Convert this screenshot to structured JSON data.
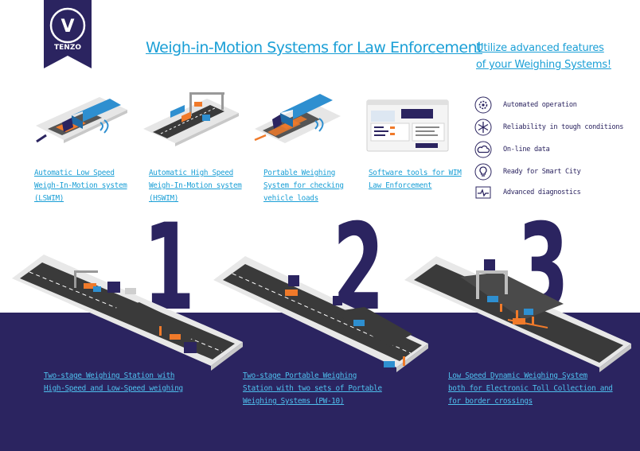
{
  "brand": {
    "name": "TENZO",
    "mark": "V"
  },
  "header": {
    "title": "Weigh-in-Motion Systems for Law Enforcement",
    "side_title": "Utilize advanced features\nof your Weighing Systems!"
  },
  "products": [
    {
      "label": "Automatic Low Speed\nWeigh-In-Motion system\n(LSWIM)"
    },
    {
      "label": "Automatic High Speed\nWeigh-In-Motion system\n(HSWIM)"
    },
    {
      "label": "Portable Weighing\nSystem for checking\nvehicle loads"
    },
    {
      "label": "Software tools for WIM\nLaw Enforcement"
    }
  ],
  "features": [
    {
      "label": "Automated operation",
      "icon": "gear-icon"
    },
    {
      "label": "Reliability in tough conditions",
      "icon": "snowflake-icon"
    },
    {
      "label": "On-line data",
      "icon": "cloud-icon"
    },
    {
      "label": "Ready for Smart City",
      "icon": "lightbulb-icon"
    },
    {
      "label": "Advanced diagnostics",
      "icon": "diagnostics-icon"
    }
  ],
  "solutions": [
    {
      "number": "1",
      "label": "Two-stage Weighing Station with\nHigh-Speed and Low-Speed weighing"
    },
    {
      "number": "2",
      "label": "Two-stage Portable Weighing\nStation with two sets of Portable\nWeighing Systems (PW-10)"
    },
    {
      "number": "3",
      "label": "Low Speed Dynamic Weighing System\nboth for Electronic Toll Collection and\nfor border crossings"
    }
  ],
  "colors": {
    "navy": "#2b2460",
    "accent": "#1a9fd6",
    "truck_blue": "#2e8fd0",
    "orange": "#f07a2a",
    "grey_road": "#3a3a3a"
  }
}
